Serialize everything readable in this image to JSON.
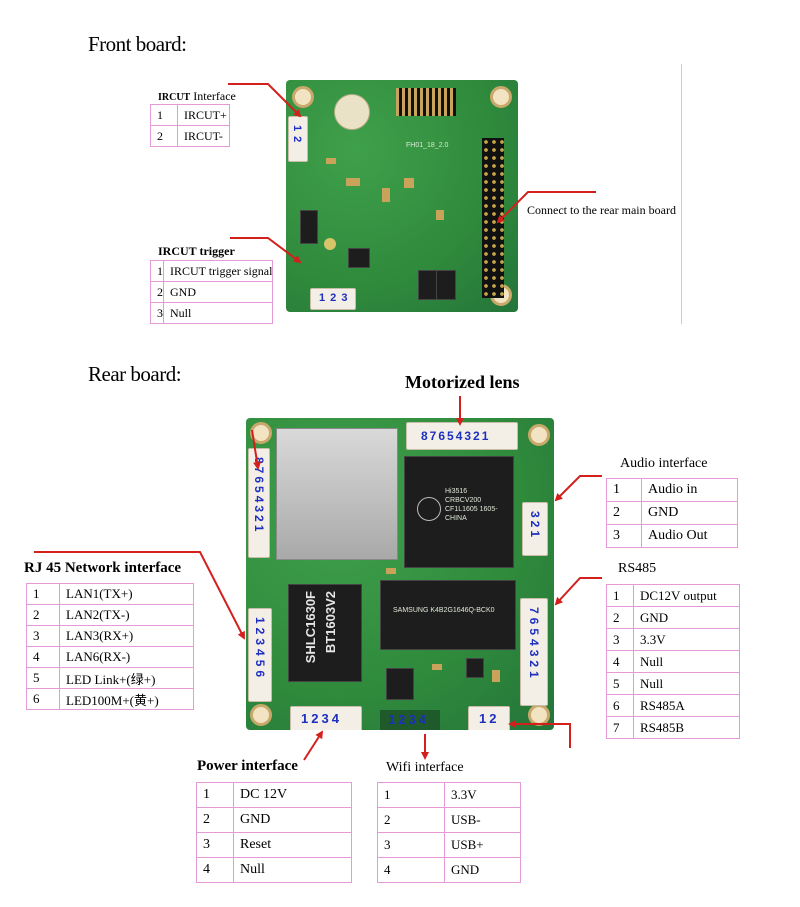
{
  "front": {
    "title": "Front board:",
    "ircut_interface": {
      "title_bold": "IRCUT",
      "title_rest": " Interface",
      "rows": [
        [
          "1",
          "IRCUT+"
        ],
        [
          "2",
          "IRCUT-"
        ]
      ]
    },
    "ircut_trigger": {
      "title": "IRCUT trigger",
      "rows": [
        [
          "1",
          "IRCUT trigger signal"
        ],
        [
          "2",
          "GND"
        ],
        [
          "3",
          "Null"
        ]
      ]
    },
    "connect_label": "Connect to the rear main board",
    "pcb_pins_ircut": "1 2",
    "pcb_pins_trigger": "1 2 3",
    "silk": "FH01_18_2.0"
  },
  "rear": {
    "title": "Rear board:",
    "motorized_lens": {
      "title": "Motorized lens",
      "pins": "87654321"
    },
    "audio": {
      "title": "Audio interface",
      "rows": [
        [
          "1",
          "Audio in"
        ],
        [
          "2",
          "GND"
        ],
        [
          "3",
          "Audio Out"
        ]
      ],
      "pins": "321"
    },
    "rs485": {
      "title": "RS485",
      "rows": [
        [
          "1",
          "DC12V output"
        ],
        [
          "2",
          "GND"
        ],
        [
          "3",
          "3.3V"
        ],
        [
          "4",
          "Null"
        ],
        [
          "5",
          "Null"
        ],
        [
          "6",
          "RS485A"
        ],
        [
          "7",
          "RS485B"
        ]
      ],
      "pins": "7654321"
    },
    "rj45": {
      "title": "RJ 45 Network interface",
      "rows": [
        [
          "1",
          "LAN1(TX+)"
        ],
        [
          "2",
          "LAN2(TX-)"
        ],
        [
          "3",
          "LAN3(RX+)"
        ],
        [
          "4",
          "LAN6(RX-)"
        ],
        [
          "5",
          "LED Link+(绿+)"
        ],
        [
          "6",
          "LED100M+(黄+)"
        ]
      ],
      "pins": "123456"
    },
    "power": {
      "title": "Power interface",
      "rows": [
        [
          "1",
          "DC 12V"
        ],
        [
          "2",
          "GND"
        ],
        [
          "3",
          "Reset"
        ],
        [
          "4",
          "Null"
        ]
      ],
      "pins": "1234"
    },
    "wifi": {
      "title": "Wifi interface",
      "rows": [
        [
          "1",
          "3.3V"
        ],
        [
          "2",
          "USB-"
        ],
        [
          "3",
          "USB+"
        ],
        [
          "4",
          "GND"
        ]
      ],
      "pins": "1234"
    },
    "left_pins": "87654321",
    "right_bottom_pins": "12",
    "chip_main": "Hi3516 CRBCV200 CF1L1605 1605-CHINA",
    "chip_mem": "SAMSUNG K4B2G1646Q-BCK0",
    "chip_lan_1": "SHLC1630F",
    "chip_lan_2": "BT1603V2"
  },
  "colors": {
    "arrow": "#d3201d",
    "table_border": "#e39ad6",
    "pin_text": "#1d2fc0",
    "pcb": "#2f8a3c"
  }
}
